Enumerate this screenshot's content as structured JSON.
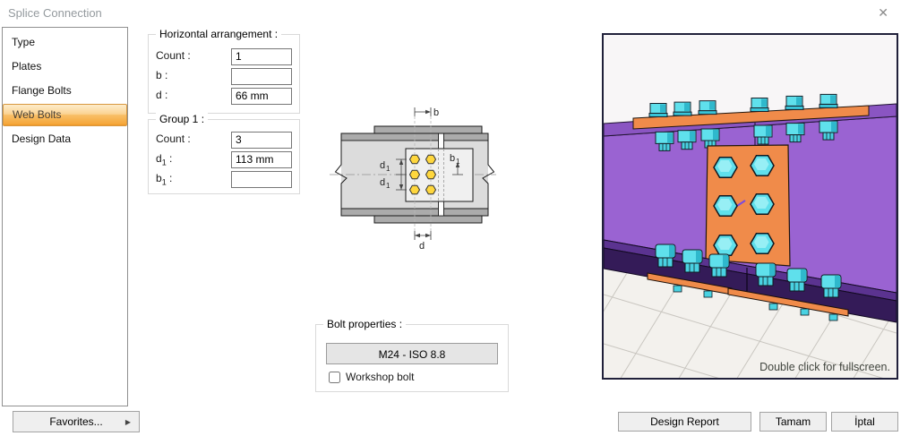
{
  "window": {
    "title": "Splice Connection",
    "close_glyph": "✕"
  },
  "sidebar": {
    "items": [
      {
        "label": "Type",
        "selected": false
      },
      {
        "label": "Plates",
        "selected": false
      },
      {
        "label": "Flange Bolts",
        "selected": false
      },
      {
        "label": "Web Bolts",
        "selected": true
      },
      {
        "label": "Design Data",
        "selected": false
      }
    ]
  },
  "horizontal_arrangement": {
    "title": "Horizontal arrangement :",
    "fields": [
      {
        "base": "Count",
        "sub": "",
        "suffix": " :",
        "value": "1"
      },
      {
        "base": "b",
        "sub": "",
        "suffix": " :",
        "value": ""
      },
      {
        "base": "d",
        "sub": "",
        "suffix": " :",
        "value": "66 mm"
      }
    ]
  },
  "group1": {
    "title": "Group 1 :",
    "fields": [
      {
        "base": "Count",
        "sub": "",
        "suffix": " :",
        "value": "3"
      },
      {
        "base": "d",
        "sub": "1",
        "suffix": " :",
        "value": "113 mm"
      },
      {
        "base": "b",
        "sub": "1",
        "suffix": " :",
        "value": ""
      }
    ]
  },
  "diagram": {
    "labels": {
      "b": "b",
      "d": "d",
      "d1_base": "d",
      "d1_sub": "1",
      "b1_base": "b",
      "b1_sub": "1"
    },
    "bolt_rows": 3,
    "bolt_columns": 2
  },
  "bolt_properties": {
    "title": "Bolt properties :",
    "button_label": "M24 - ISO 8.8",
    "checkbox_label": "Workshop bolt",
    "checkbox_checked": false
  },
  "viewport": {
    "hint": "Double click for fullscreen."
  },
  "footer": {
    "favorites_label": "Favorites...",
    "favorites_arrow": "▶",
    "design_report_label": "Design Report",
    "ok_label": "Tamam",
    "cancel_label": "İptal"
  },
  "colors": {
    "selection_orange": "#f5a83c",
    "beam_purple": "#9a63d2",
    "flange_dark_purple": "#341b58",
    "plate_orange": "#f08b4a",
    "bolt_cyan": "#5fe0ec",
    "diagram_bolt_yellow": "#ffd73e"
  }
}
